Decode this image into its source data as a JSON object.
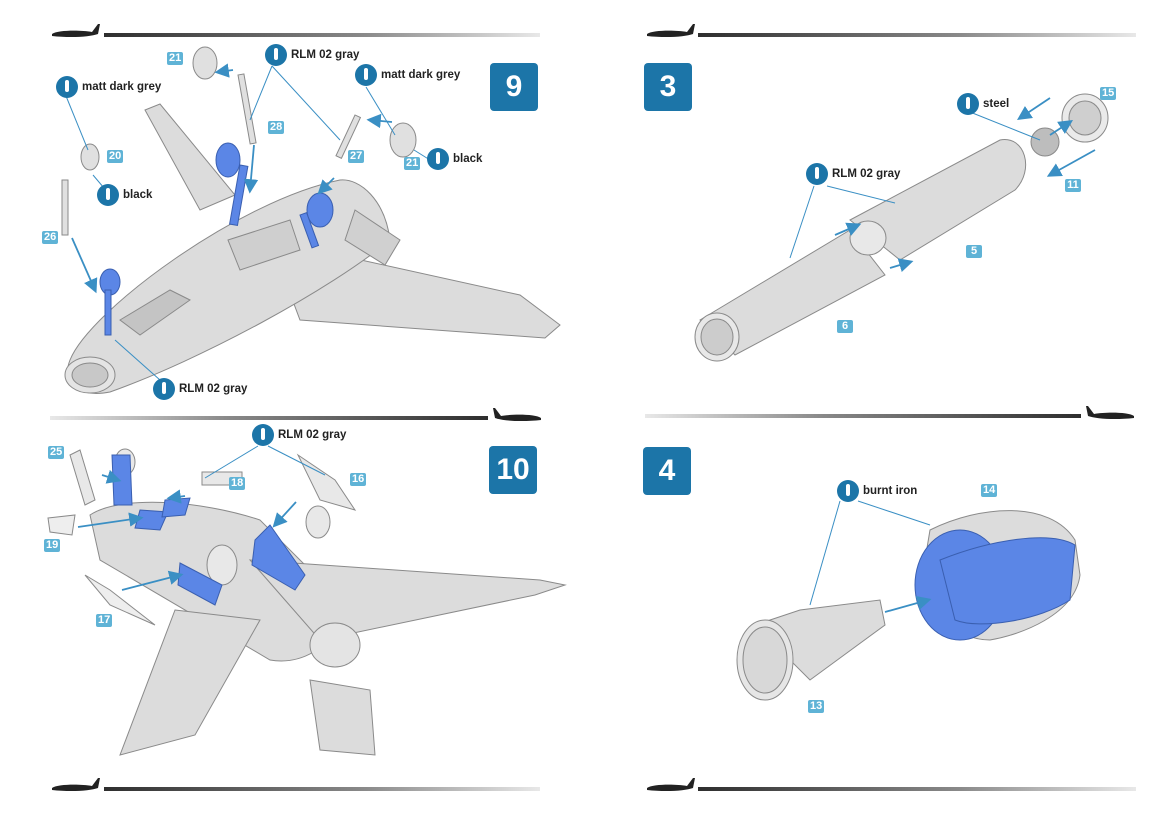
{
  "steps": {
    "s9": "9",
    "s3": "3",
    "s10": "10",
    "s4": "4"
  },
  "paints": {
    "matt_dark_grey": "matt dark grey",
    "black": "black",
    "rlm02": "RLM 02 gray",
    "steel": "steel",
    "burnt_iron": "burnt iron"
  },
  "parts": {
    "p20": "20",
    "p21": "21",
    "p26": "26",
    "p27": "27",
    "p28": "28",
    "p5": "5",
    "p6": "6",
    "p11": "11",
    "p15": "15",
    "p16": "16",
    "p17": "17",
    "p18": "18",
    "p19": "19",
    "p25": "25",
    "p13": "13",
    "p14": "14"
  },
  "colors": {
    "step_box": "#1c75a8",
    "part_label": "#5fb3d6",
    "highlight_part": "#5b86e6",
    "model_gray": "#dcdcdc"
  },
  "icons": {
    "plane": "aircraft-silhouette-icon",
    "paint": "paint-drop-icon",
    "arrow": "assembly-arrow-icon"
  }
}
